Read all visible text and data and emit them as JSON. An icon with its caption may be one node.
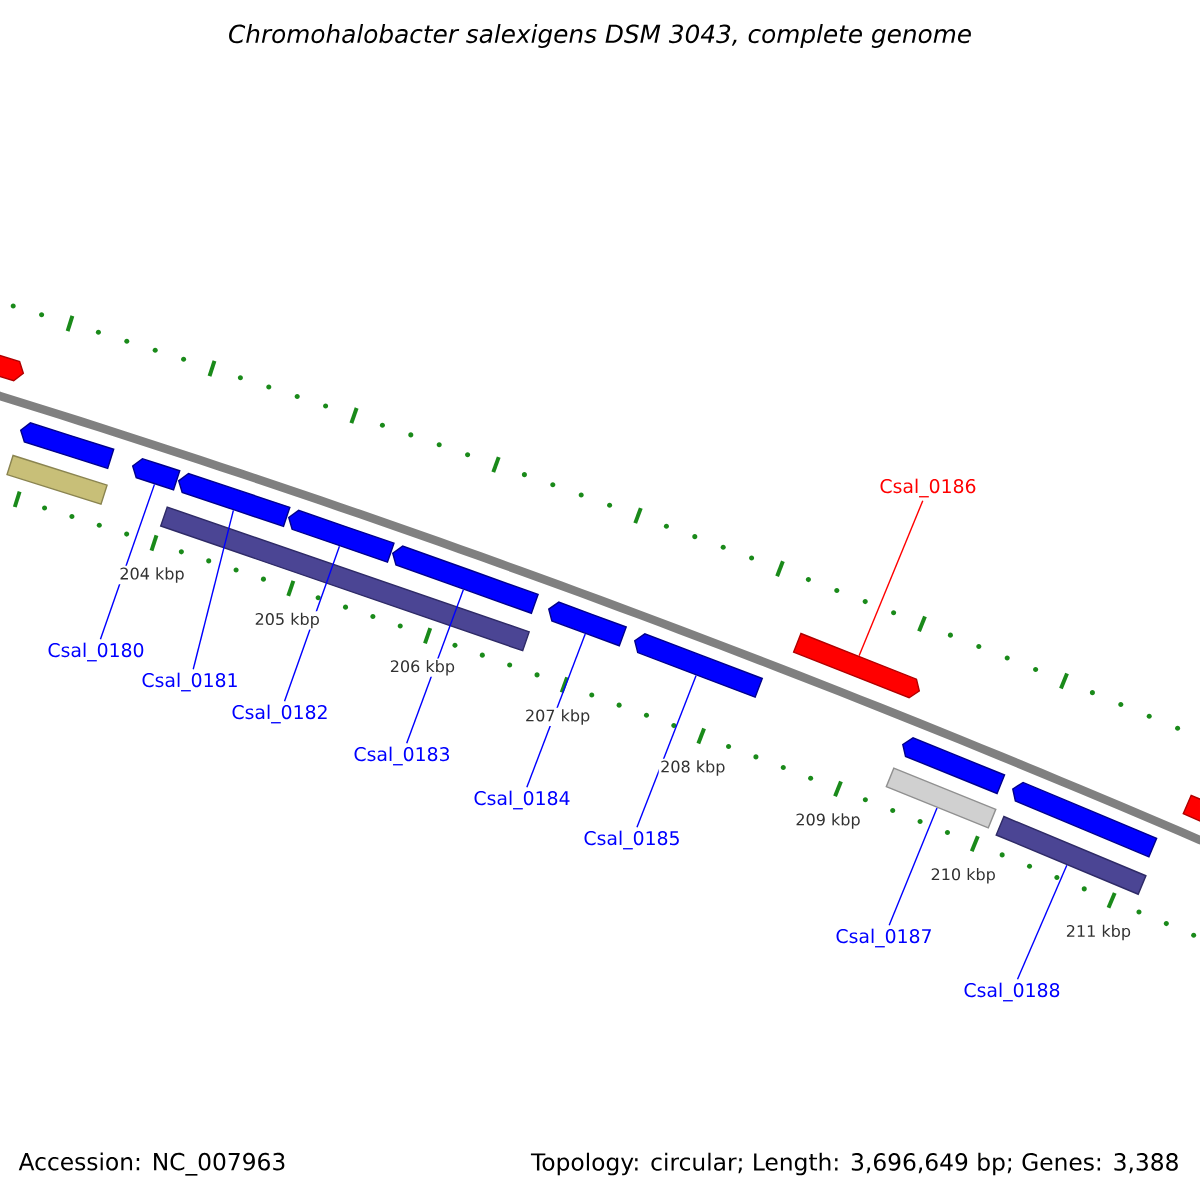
{
  "diagram": {
    "title": "Chromohalobacter salexigens DSM 3043, complete genome",
    "nodes": [
      {
        "text": [],
        "shape": "arrow"
      },
      {
        "text": [],
        "shape": "arrow"
      },
      {
        "text": [],
        "shape": "bar"
      },
      {
        "text": [],
        "shape": "arrow"
      },
      {
        "text": [],
        "shape": "arrow"
      },
      {
        "text": [],
        "shape": "bar"
      },
      {
        "text": [],
        "shape": "arrow"
      },
      {
        "text": [],
        "shape": "arrow"
      },
      {
        "text": [],
        "shape": "arrow"
      },
      {
        "text": [],
        "shape": "arrow"
      },
      {
        "text": [],
        "shape": "arrow"
      },
      {
        "text": [],
        "shape": "arrow"
      },
      {
        "text": [],
        "shape": "bar"
      },
      {
        "text": [],
        "shape": "arrow"
      },
      {
        "text": [],
        "shape": "bar"
      },
      {
        "text": [],
        "shape": "arrow"
      },
      {
        "text": [
          "Csal_0180"
        ]
      },
      {
        "text": [
          "Csal_0181"
        ]
      },
      {
        "text": [
          "Csal_0182"
        ]
      },
      {
        "text": [
          "Csal_0183"
        ]
      },
      {
        "text": [
          "Csal_0184"
        ]
      },
      {
        "text": [
          "Csal_0185"
        ]
      },
      {
        "text": [
          "Csal_0186"
        ]
      },
      {
        "text": [
          "Csal_0187"
        ]
      },
      {
        "text": [
          "Csal_0188"
        ]
      }
    ],
    "edges": [
      {
        "from": 16,
        "to": 3,
        "arrow": "none"
      },
      {
        "from": 17,
        "to": 4,
        "arrow": "none"
      },
      {
        "from": 18,
        "to": 6,
        "arrow": "none"
      },
      {
        "from": 19,
        "to": 7,
        "arrow": "none"
      },
      {
        "from": 20,
        "to": 8,
        "arrow": "none"
      },
      {
        "from": 21,
        "to": 9,
        "arrow": "none"
      },
      {
        "from": 22,
        "to": 10,
        "arrow": "none",
        "color": "#ff0000"
      },
      {
        "from": 23,
        "to": 12,
        "arrow": "none"
      },
      {
        "from": 24,
        "to": 14,
        "arrow": "none"
      }
    ],
    "labels": [
      "204 kbp",
      "205 kbp",
      "206 kbp",
      "207 kbp",
      "208 kbp",
      "209 kbp",
      "210 kbp",
      "211 kbp",
      "Accession: NC_007963",
      "Topology: circular; Length: 3,696,649 bp; Genes: 3,388"
    ]
  }
}
